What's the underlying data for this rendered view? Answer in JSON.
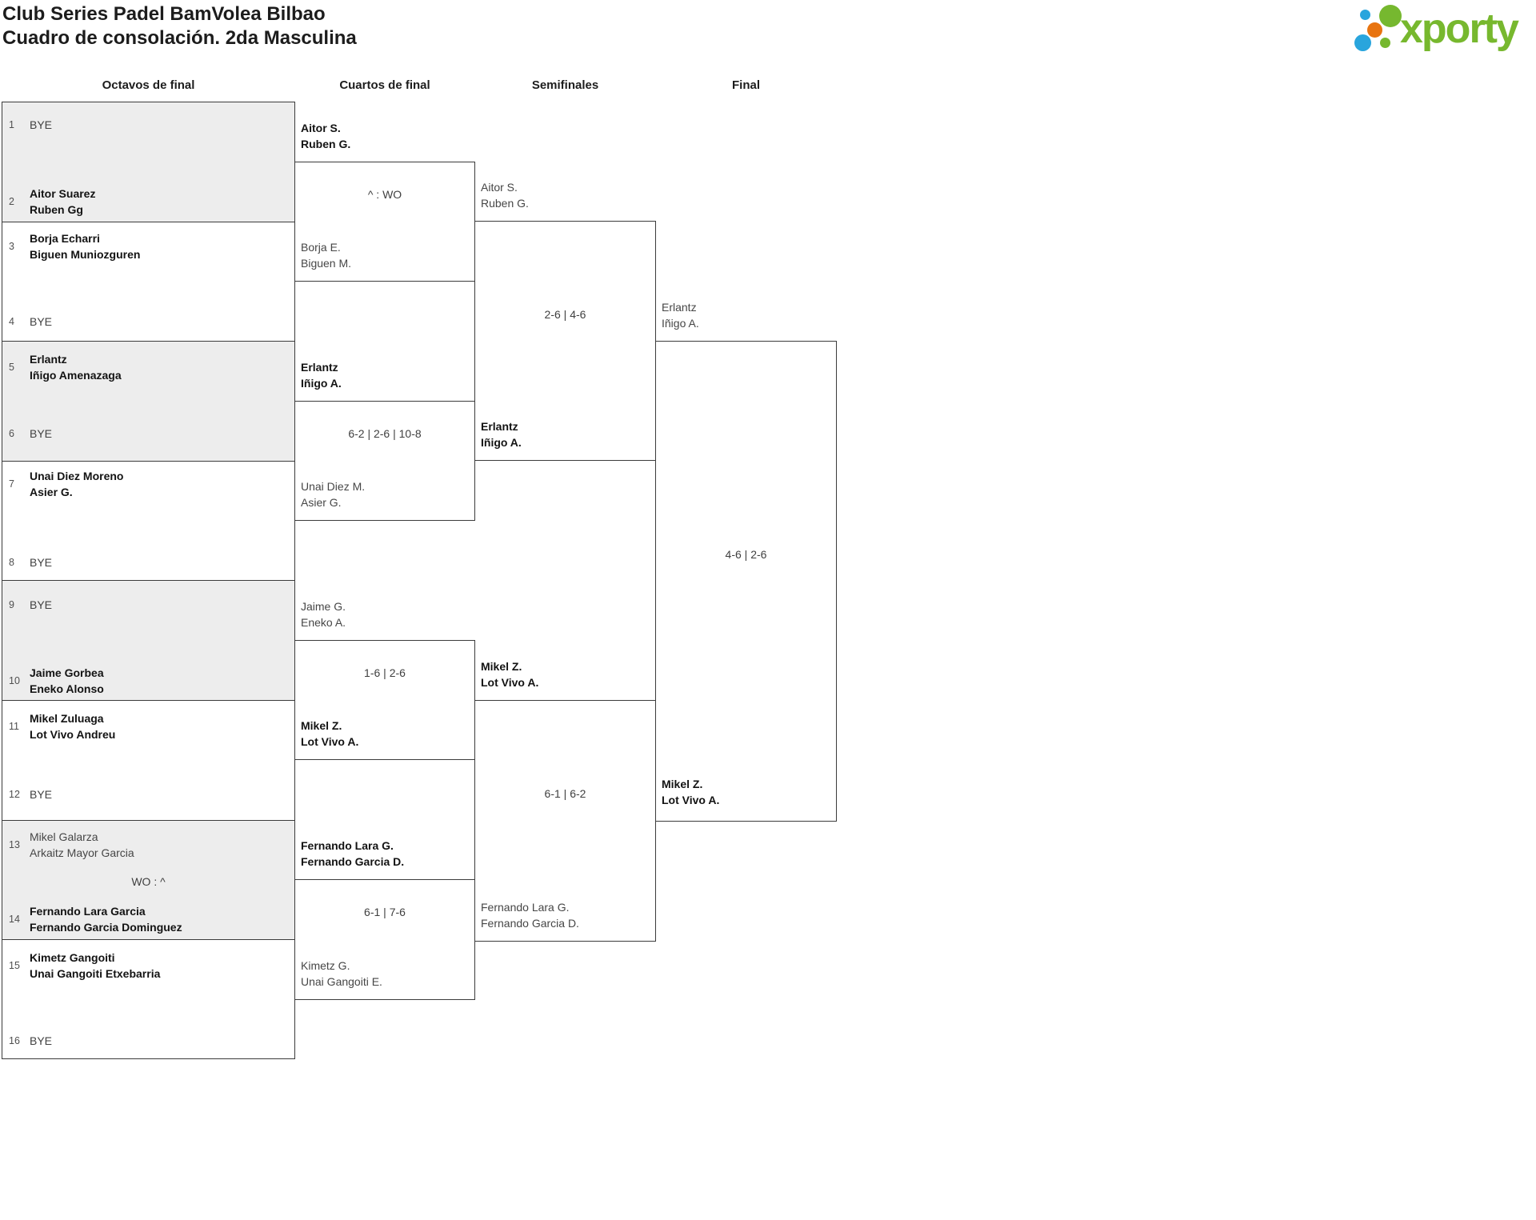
{
  "header": {
    "title_line1": "Club Series Padel BamVolea Bilbao",
    "title_line2": "Cuadro de consolación. 2da Masculina",
    "logo_text": "xporty"
  },
  "colors": {
    "bracket_border": "#3b3b3b",
    "shaded_row": "#ededed",
    "logo_green": "#77b82e",
    "logo_blue": "#29a5dd",
    "logo_orange": "#e87410"
  },
  "round_labels": [
    "Octavos de final",
    "Cuartos de final",
    "Semifinales",
    "Final"
  ],
  "octavos": {
    "wo_note": "WO : ^",
    "entries": [
      {
        "seed": "1",
        "line1": "BYE"
      },
      {
        "seed": "2",
        "line1": "Aitor Suarez",
        "line2": "Ruben Gg",
        "winner": true
      },
      {
        "seed": "3",
        "line1": "Borja Echarri",
        "line2": "Biguen Muniozguren",
        "winner": true
      },
      {
        "seed": "4",
        "line1": "BYE"
      },
      {
        "seed": "5",
        "line1": "Erlantz",
        "line2": "Iñigo Amenazaga",
        "winner": true
      },
      {
        "seed": "6",
        "line1": "BYE"
      },
      {
        "seed": "7",
        "line1": "Unai Diez Moreno",
        "line2": "Asier G.",
        "winner": true
      },
      {
        "seed": "8",
        "line1": "BYE"
      },
      {
        "seed": "9",
        "line1": "BYE"
      },
      {
        "seed": "10",
        "line1": "Jaime Gorbea",
        "line2": "Eneko Alonso",
        "winner": true
      },
      {
        "seed": "11",
        "line1": "Mikel Zuluaga",
        "line2": "Lot Vivo Andreu",
        "winner": true
      },
      {
        "seed": "12",
        "line1": "BYE"
      },
      {
        "seed": "13",
        "line1": "Mikel Galarza",
        "line2": "Arkaitz Mayor Garcia",
        "winner": false
      },
      {
        "seed": "14",
        "line1": "Fernando Lara Garcia",
        "line2": "Fernando Garcia Dominguez",
        "winner": true
      },
      {
        "seed": "15",
        "line1": "Kimetz Gangoiti",
        "line2": "Unai Gangoiti Etxebarria",
        "winner": true
      },
      {
        "seed": "16",
        "line1": "BYE"
      }
    ]
  },
  "rounds": {
    "quarterfinals": [
      {
        "top": {
          "line1": "Aitor S.",
          "line2": "Ruben G.",
          "winner": true
        },
        "bottom": {
          "line1": "Borja E.",
          "line2": "Biguen M.",
          "winner": false
        },
        "score": "^ : WO"
      },
      {
        "top": {
          "line1": "Erlantz",
          "line2": "Iñigo A.",
          "winner": true
        },
        "bottom": {
          "line1": "Unai Diez M.",
          "line2": "Asier G.",
          "winner": false
        },
        "score": "6-2 | 2-6 | 10-8"
      },
      {
        "top": {
          "line1": "Jaime G.",
          "line2": "Eneko A.",
          "winner": false
        },
        "bottom": {
          "line1": "Mikel Z.",
          "line2": "Lot Vivo A.",
          "winner": true
        },
        "score": "1-6 | 2-6"
      },
      {
        "top": {
          "line1": "Fernando Lara G.",
          "line2": "Fernando Garcia D.",
          "winner": true
        },
        "bottom": {
          "line1": "Kimetz G.",
          "line2": "Unai Gangoiti E.",
          "winner": false
        },
        "score": "6-1 | 7-6"
      }
    ],
    "semifinals": [
      {
        "top": {
          "line1": "Aitor S.",
          "line2": "Ruben G.",
          "winner": false
        },
        "bottom": {
          "line1": "Erlantz",
          "line2": "Iñigo A.",
          "winner": true
        },
        "score": "2-6 | 4-6"
      },
      {
        "top": {
          "line1": "Mikel Z.",
          "line2": "Lot Vivo A.",
          "winner": true
        },
        "bottom": {
          "line1": "Fernando Lara G.",
          "line2": "Fernando Garcia D.",
          "winner": false
        },
        "score": "6-1 | 6-2"
      }
    ],
    "final": {
      "top": {
        "line1": "Erlantz",
        "line2": "Iñigo A.",
        "winner": false
      },
      "bottom": {
        "line1": "Mikel Z.",
        "line2": "Lot Vivo A.",
        "winner": true
      },
      "score": "4-6 | 2-6"
    }
  }
}
